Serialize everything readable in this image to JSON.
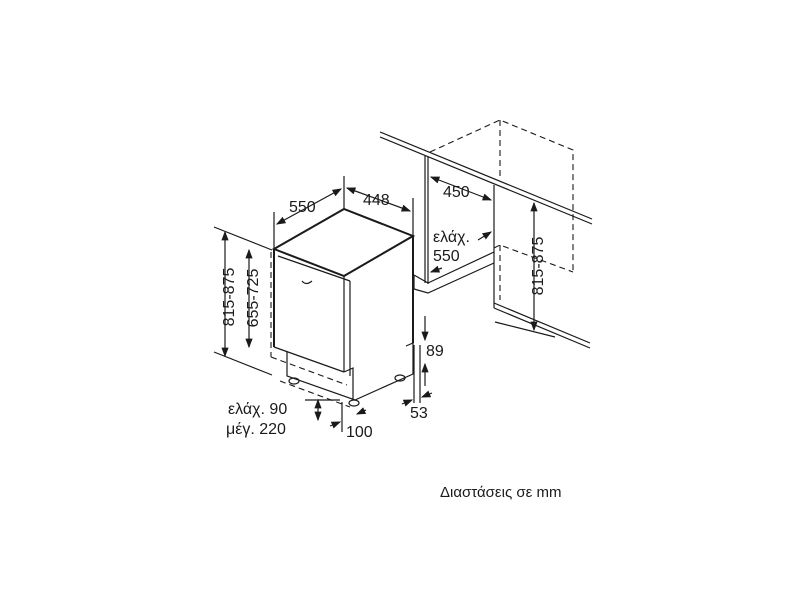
{
  "dimensions": {
    "depth": "550",
    "width": "448",
    "niche_width": "450",
    "niche_depth_label": "ελάχ.",
    "niche_depth_value": "550",
    "height_total": "815-875",
    "height_door": "655-725",
    "niche_height": "815-875",
    "plinth_height": "89",
    "foot_height": "53",
    "plinth_min": "ελάχ. 90",
    "plinth_max": "μέγ. 220",
    "foot_offset": "100"
  },
  "caption": "Διαστάσεις σε mm"
}
